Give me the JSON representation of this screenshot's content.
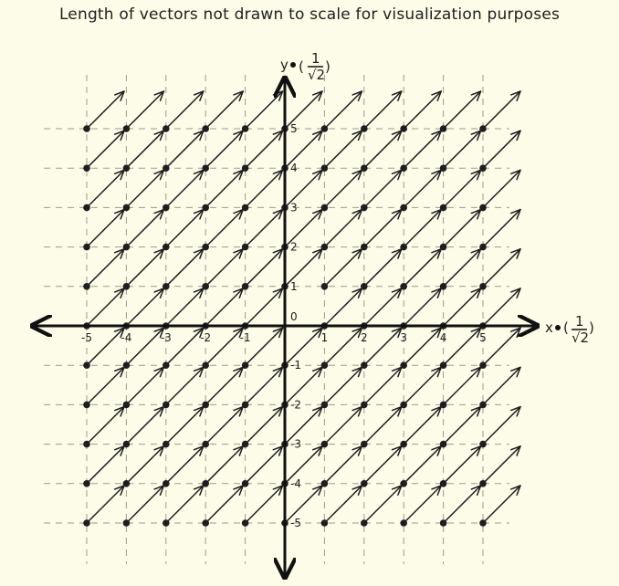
{
  "title": "Length of vectors not drawn to scale for visualization purposes",
  "colors": {
    "background": "#fdfce8",
    "ink": "#1e1e1e",
    "grid": "#9a9a90"
  },
  "axes": {
    "x_label": "x",
    "y_label": "y",
    "scale_numerator": "1",
    "scale_denominator": "√2",
    "x_range": [
      -5,
      5
    ],
    "y_range": [
      -5,
      5
    ],
    "x_ticks": [
      "-5",
      "-4",
      "-3",
      "-2",
      "-1",
      "0",
      "1",
      "2",
      "3",
      "4",
      "5"
    ],
    "y_ticks": [
      "5",
      "4",
      "3",
      "2",
      "1",
      "-1",
      "-2",
      "-3",
      "-4",
      "-5"
    ],
    "origin_label": "0"
  },
  "field": {
    "direction": [
      1,
      1
    ],
    "grid_x": [
      -5,
      -4,
      -3,
      -2,
      -1,
      0,
      1,
      2,
      3,
      4,
      5
    ],
    "grid_y": [
      -5,
      -4,
      -3,
      -2,
      -1,
      0,
      1,
      2,
      3,
      4,
      5
    ]
  }
}
